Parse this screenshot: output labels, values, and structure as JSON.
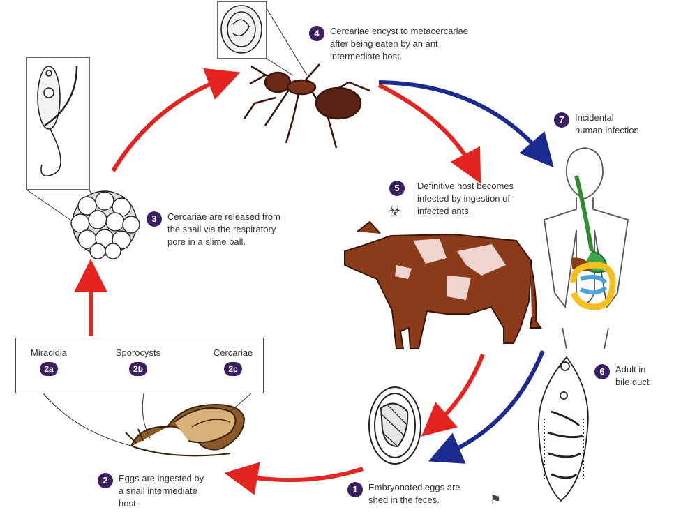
{
  "stages": {
    "s1": {
      "num": "1",
      "text_l1": "Embryonated eggs are",
      "text_l2": "shed in the feces."
    },
    "s2": {
      "num": "2",
      "text_l1": "Eggs are ingested by",
      "text_l2": "a snail intermediate",
      "text_l3": "host."
    },
    "s3": {
      "num": "3",
      "text_l1": "Cercariae are released from",
      "text_l2": "the snail via the respiratory",
      "text_l3": "pore in a slime ball."
    },
    "s4": {
      "num": "4",
      "text_l1": "Cercariae encyst to metacercariae",
      "text_l2": "after being eaten by an ant",
      "text_l3": "intermediate host."
    },
    "s5": {
      "num": "5",
      "text_l1": "Definitive host becomes",
      "text_l2": "infected by ingestion of",
      "text_l3": "infected ants."
    },
    "s6": {
      "num": "6",
      "text_l1": "Adult in",
      "text_l2": "bile duct"
    },
    "s7": {
      "num": "7",
      "text_l1": "Incidental",
      "text_l2": "human infection"
    }
  },
  "snail_stages": [
    {
      "label": "Miracidia",
      "num": "2a"
    },
    {
      "label": "Sporocysts",
      "num": "2b"
    },
    {
      "label": "Cercariae",
      "num": "2c"
    }
  ],
  "colors": {
    "red_arrow": "#e52421",
    "blue_arrow": "#1c2a8f",
    "badge": "#3b1f63",
    "cow_brown": "#8b3b1a",
    "ant": "#5a2212"
  },
  "icons": {
    "biohazard": "biohazard-icon",
    "microscope": "microscope-icon"
  }
}
